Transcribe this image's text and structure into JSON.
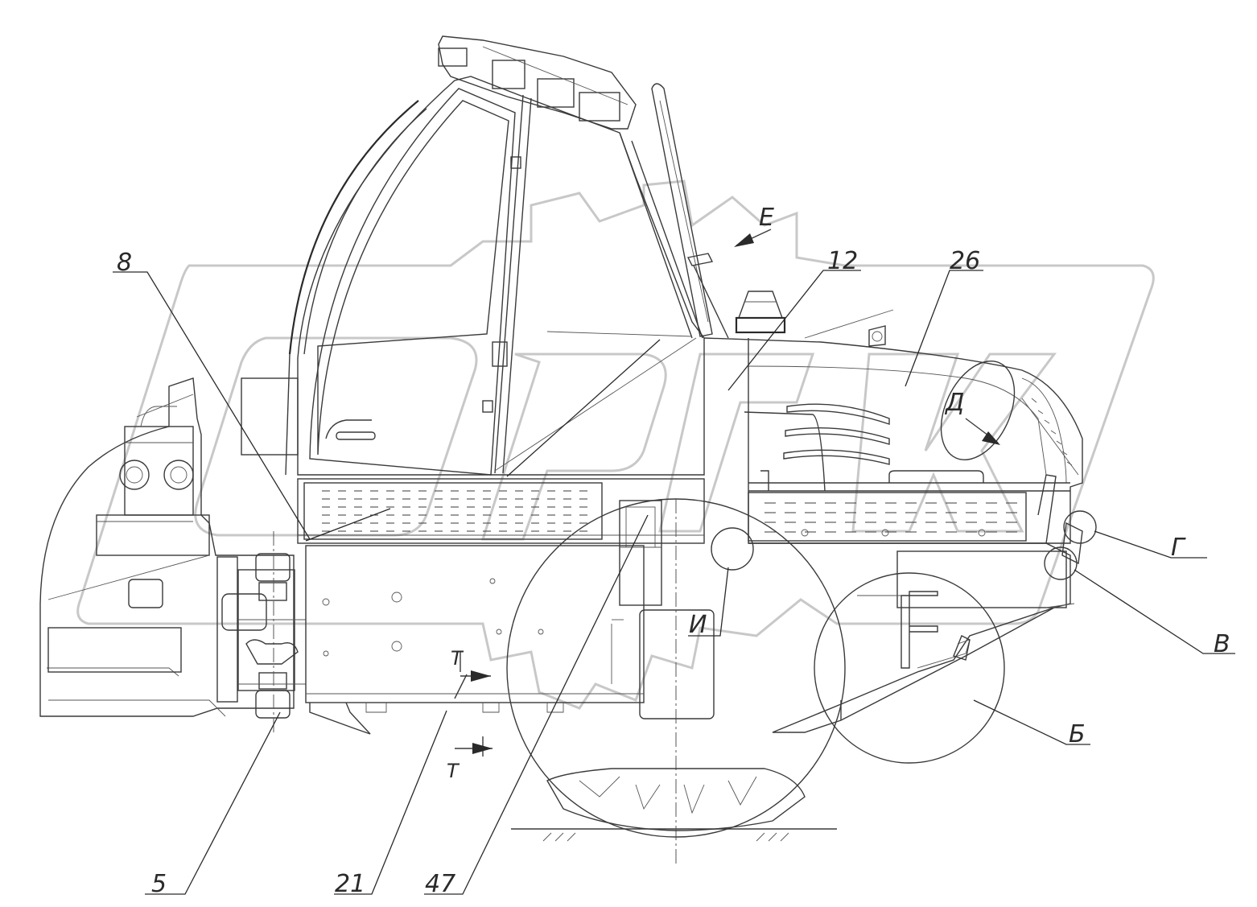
{
  "callouts": {
    "c8": "8",
    "c12": "12",
    "c26": "26",
    "c5": "5",
    "c21": "21",
    "c47": "47",
    "view_e": "Е",
    "view_d": "Д",
    "node_g": "Г",
    "node_v": "В",
    "node_b": "Б",
    "node_i": "И",
    "section_t1": "Т",
    "section_t2": "Т"
  }
}
